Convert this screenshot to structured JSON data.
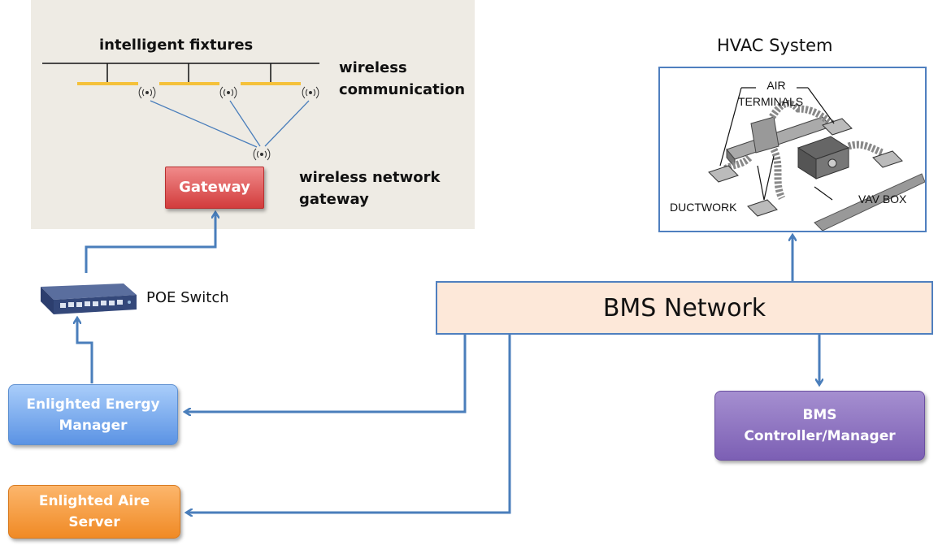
{
  "network": {
    "fixtures_label": "intelligent fixtures",
    "wireless_label_1": "wireless",
    "wireless_label_2": "communication",
    "gateway_caption_1": "wireless network",
    "gateway_caption_2": "gateway",
    "gateway_label": "Gateway"
  },
  "switch": {
    "label": "POE Switch"
  },
  "energy_manager": {
    "line1": "Enlighted Energy",
    "line2": "Manager"
  },
  "aire_server": {
    "line1": "Enlighted Aire",
    "line2": "Server"
  },
  "bms_network": {
    "label": "BMS Network"
  },
  "hvac": {
    "title": "HVAC System",
    "labels": {
      "air": "AIR",
      "terminals": "TERMINALS",
      "ductwork": "DUCTWORK",
      "vav": "VAV BOX"
    }
  },
  "bms_controller": {
    "line1": "BMS",
    "line2": "Controller/Manager"
  },
  "colors": {
    "connector": "#4a7ebb",
    "fixture_bar": "#f5c13a",
    "gateway": "#d9474a",
    "energy_manager": "#6da2ea",
    "aire_server": "#f39a3c",
    "bms_controller": "#8a6cc0",
    "bms_network_fill": "#fde8d9"
  }
}
